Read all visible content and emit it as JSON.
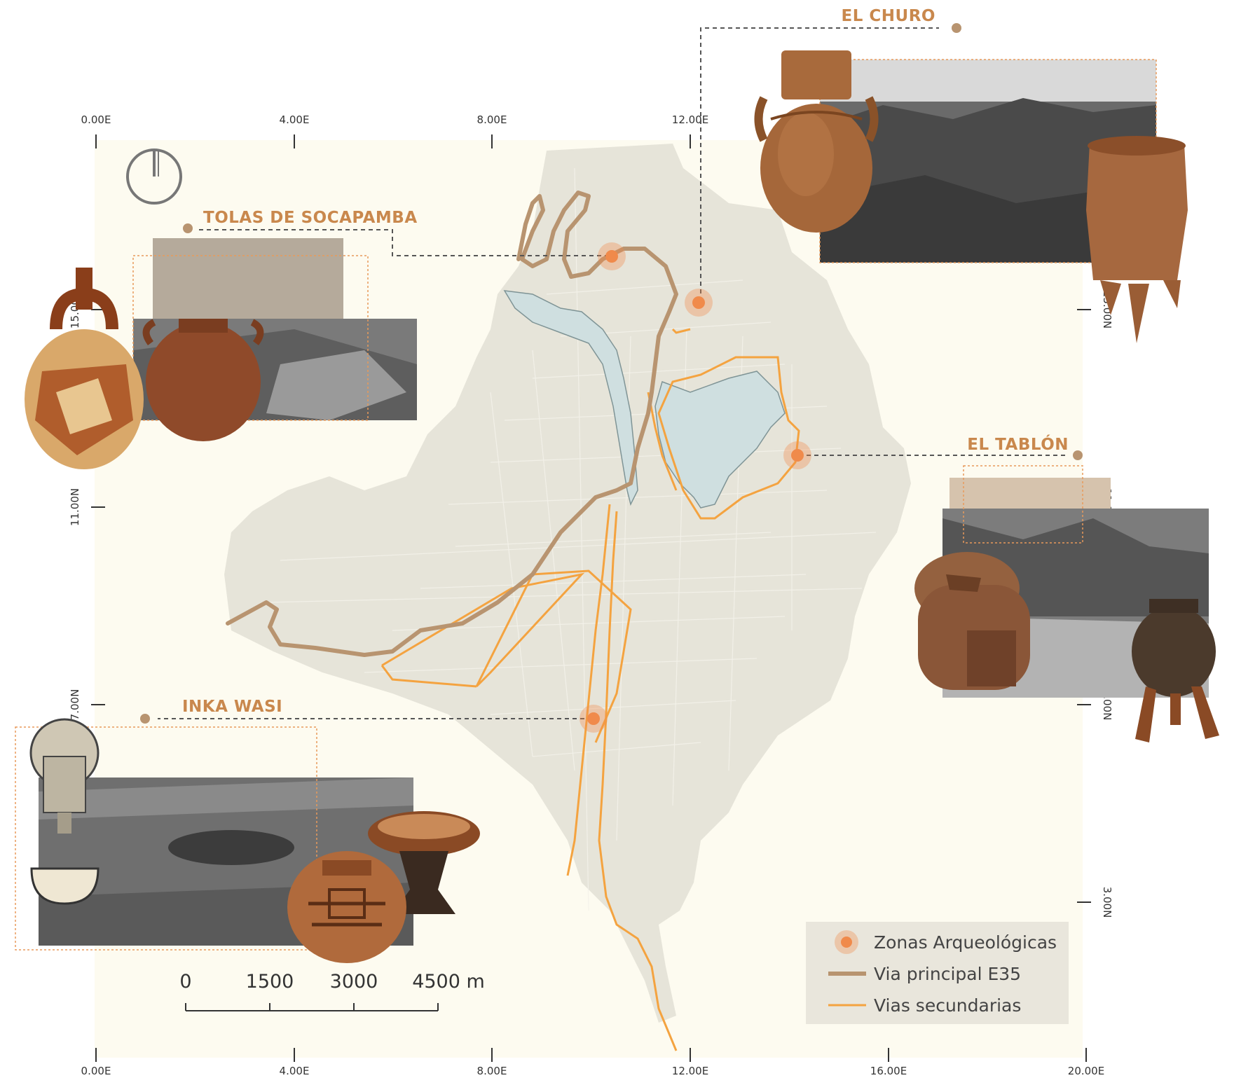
{
  "sites": {
    "el_churo": "EL CHURO",
    "tolas_de_socapamba": "TOLAS DE SOCAPAMBA",
    "el_tablon": "EL TABLÓN",
    "inka_wasi": "INKA WASI"
  },
  "grid": {
    "top_ticks": [
      "0.00E",
      "4.00E",
      "8.00E",
      "12.00E"
    ],
    "bottom_ticks": [
      "0.00E",
      "4.00E",
      "8.00E",
      "12.00E",
      "16.00E",
      "20.00E"
    ],
    "left_ticks": [
      "11.00N",
      "7.00N",
      "15.00N"
    ],
    "right_ticks": [
      "15.00N",
      "11.00N",
      "7.00N",
      "3.00N"
    ]
  },
  "scale_bar": {
    "labels": [
      "0",
      "1500",
      "3000",
      "4500 m"
    ]
  },
  "legend": {
    "items": [
      {
        "label": "Zonas Arqueológicas",
        "color": "#f08a4b"
      },
      {
        "label": "Via principal E35",
        "color": "#b89470"
      },
      {
        "label": "Vias secundarias",
        "color": "#f4a340"
      }
    ]
  },
  "colors": {
    "map_background": "#fdfbf0",
    "city_fill": "#e6e4d9",
    "water": "#cfdfe0",
    "main_road": "#b89470",
    "secondary_road": "#f4a340",
    "site_marker": "#f08a4b",
    "label_color": "#c9884d"
  },
  "icons": {
    "north_arrow": "north-arrow-icon"
  }
}
